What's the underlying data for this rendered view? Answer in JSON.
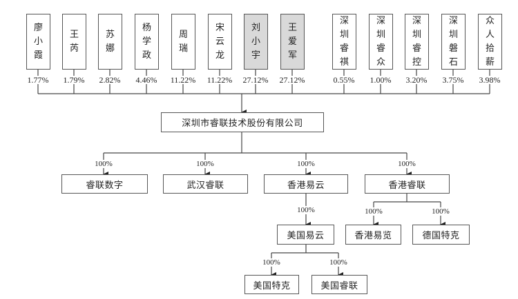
{
  "shareholders": [
    {
      "name": "廖小霞",
      "pct": "1.77%",
      "highlight": false
    },
    {
      "name": "王芮",
      "pct": "1.79%",
      "highlight": false
    },
    {
      "name": "苏娜",
      "pct": "2.82%",
      "highlight": false
    },
    {
      "name": "杨学政",
      "pct": "4.46%",
      "highlight": false
    },
    {
      "name": "周瑞",
      "pct": "11.22%",
      "highlight": false
    },
    {
      "name": "宋云龙",
      "pct": "11.22%",
      "highlight": false
    },
    {
      "name": "刘小宇",
      "pct": "27.12%",
      "highlight": true
    },
    {
      "name": "王爱军",
      "pct": "27.12%",
      "highlight": true
    },
    {
      "name": "深圳睿祺",
      "pct": "0.55%",
      "highlight": false
    },
    {
      "name": "深圳睿众",
      "pct": "1.00%",
      "highlight": false
    },
    {
      "name": "深圳睿控",
      "pct": "3.20%",
      "highlight": false
    },
    {
      "name": "深圳磐石",
      "pct": "3.75%",
      "highlight": false
    },
    {
      "name": "众人拾薪",
      "pct": "3.98%",
      "highlight": false
    }
  ],
  "company": {
    "name": "深圳市睿联技术股份有限公司"
  },
  "subsidiaries": [
    {
      "name": "睿联数字",
      "pct": "100%"
    },
    {
      "name": "武汉睿联",
      "pct": "100%"
    },
    {
      "name": "香港易云",
      "pct": "100%"
    },
    {
      "name": "香港睿联",
      "pct": "100%"
    }
  ],
  "hk_yiyun_children": [
    {
      "name": "美国易云",
      "pct": "100%"
    }
  ],
  "hk_ruilian_children": [
    {
      "name": "香港易览",
      "pct": "100%"
    },
    {
      "name": "德国特克",
      "pct": "100%"
    }
  ],
  "us_yiyun_children": [
    {
      "name": "美国特克",
      "pct": "100%"
    },
    {
      "name": "美国睿联",
      "pct": "100%"
    }
  ]
}
